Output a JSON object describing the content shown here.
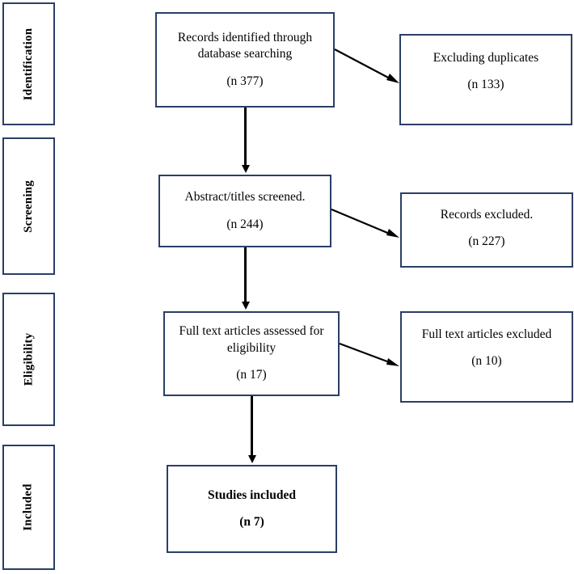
{
  "diagram": {
    "type": "prisma-flow-diagram",
    "border_color": "#2a3f66",
    "arrow_color": "#000000",
    "stages": [
      {
        "label": "Identification"
      },
      {
        "label": "Screening"
      },
      {
        "label": "Eligibility"
      },
      {
        "label": "Included"
      }
    ],
    "main_boxes": [
      {
        "title": "Records identified through database searching",
        "count": "(n 377)",
        "bold": false
      },
      {
        "title": "Abstract/titles screened.",
        "count": "(n 244)",
        "bold": false
      },
      {
        "title": "Full text articles assessed for eligibility",
        "count": "(n 17)",
        "bold": false
      },
      {
        "title": "Studies included",
        "count": "(n 7)",
        "bold": true
      }
    ],
    "excluded_boxes": [
      {
        "title": "Excluding duplicates",
        "count": "(n 133)"
      },
      {
        "title": "Records excluded.",
        "count": "(n 227)"
      },
      {
        "title": "Full text articles excluded",
        "count": "(n 10)"
      }
    ]
  }
}
